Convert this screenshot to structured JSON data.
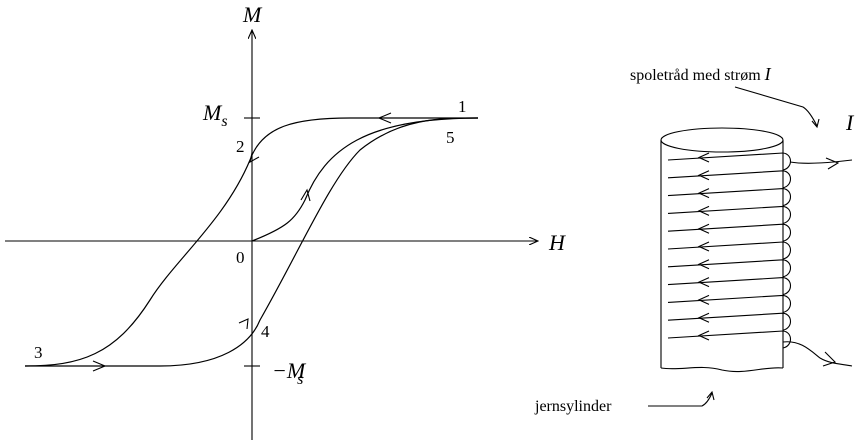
{
  "hysteresis": {
    "axis_labels": {
      "y": "M",
      "x": "H"
    },
    "origin_label": "0",
    "saturation_label_pos_base": "M",
    "saturation_label_pos_sub": "s",
    "saturation_label_neg_base": "−M",
    "saturation_label_neg_sub": "s",
    "point_labels": [
      "1",
      "2",
      "3",
      "4",
      "5"
    ]
  },
  "coil": {
    "wire_label": "spoletråd med strøm ",
    "wire_label_symbol": "I",
    "current_symbol": "I",
    "cylinder_label": "jernsylinder"
  },
  "colors": {
    "ink": "#000000",
    "background": "#ffffff"
  }
}
